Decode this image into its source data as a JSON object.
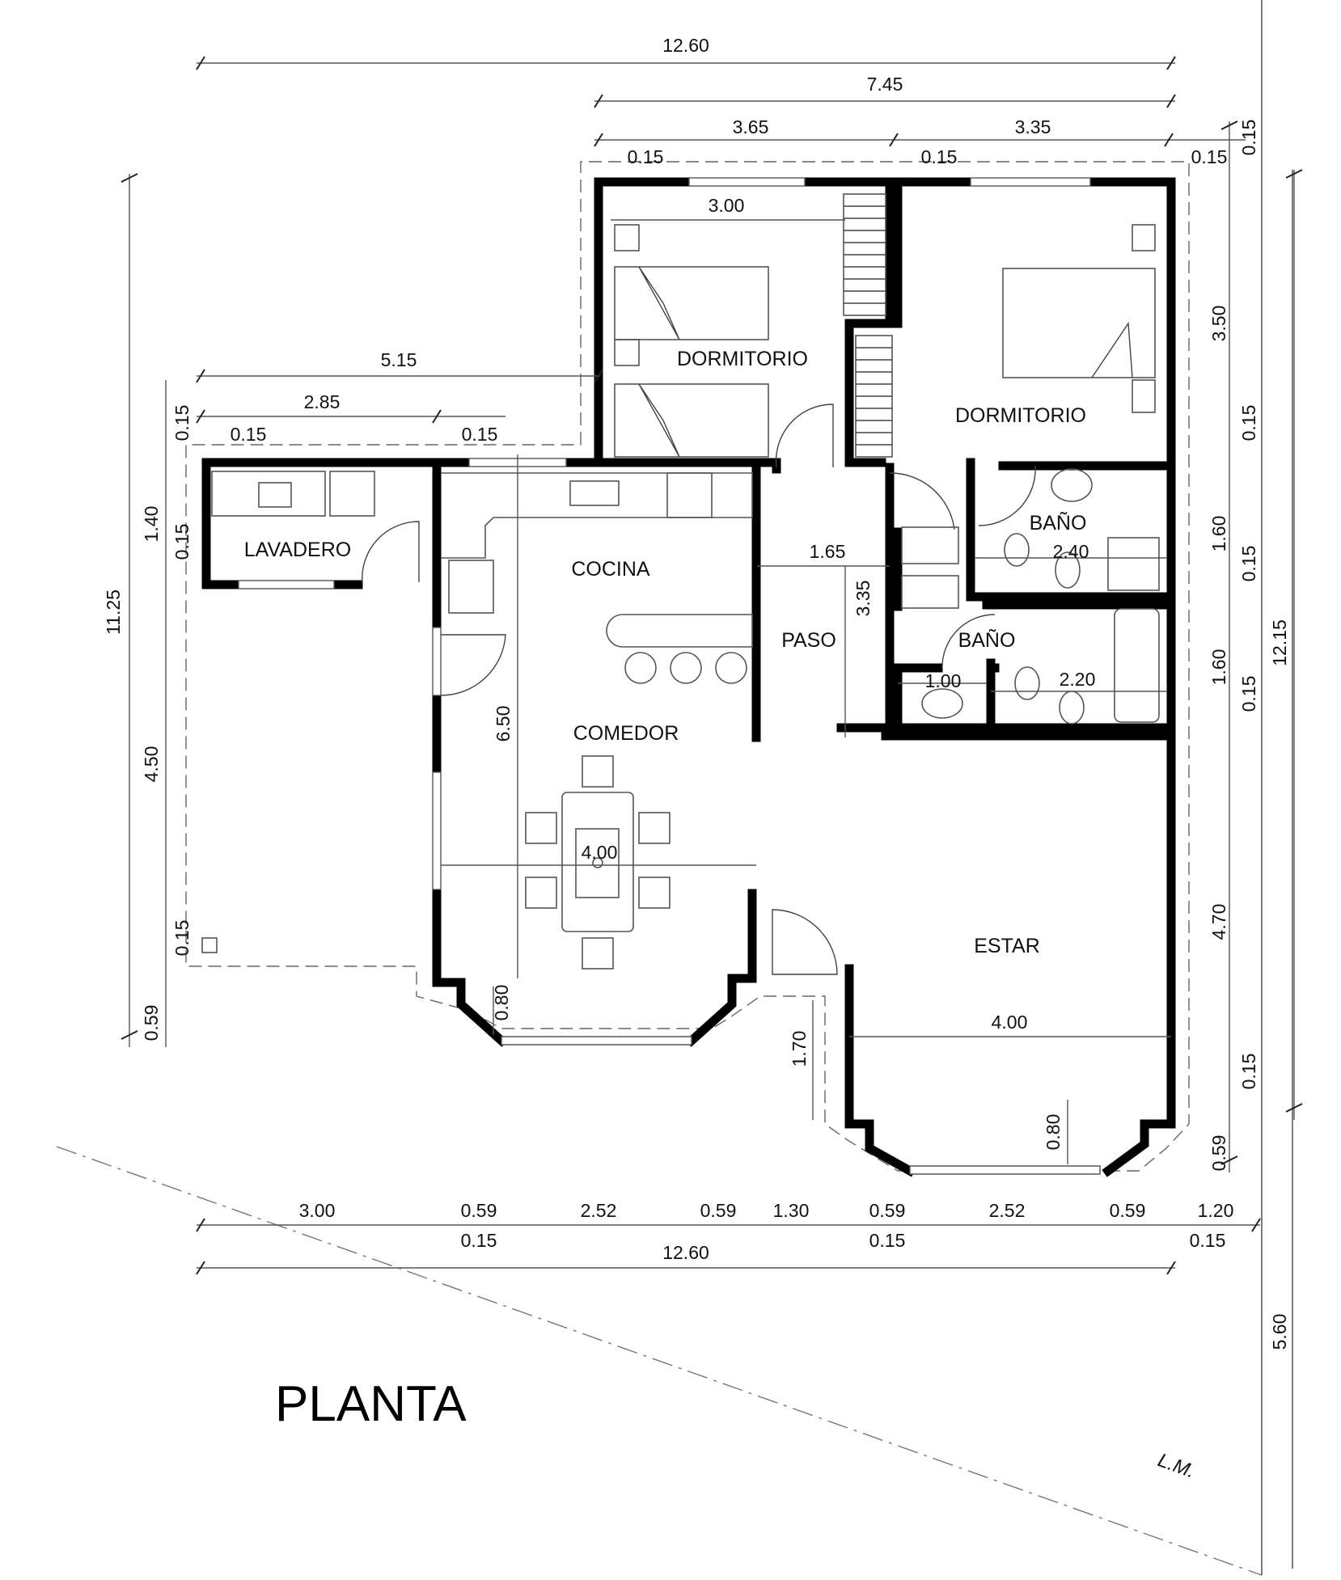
{
  "title": "PLANTA",
  "lm_label": "L.M.",
  "rooms": {
    "dormitorio_1": "DORMITORIO",
    "dormitorio_2": "DORMITORIO",
    "lavadero": "LAVADERO",
    "cocina": "COCINA",
    "comedor": "COMEDOR",
    "paso": "PASO",
    "bano_1": "BAÑO",
    "bano_2": "BAÑO",
    "estar": "ESTAR"
  },
  "dimensions": {
    "top": {
      "overall": "12.60",
      "upper_block": "7.45",
      "dorm_left": "3.65",
      "dorm_right": "3.35",
      "wall_a": "0.15",
      "wall_b": "0.15",
      "wall_c": "0.15",
      "wall_d": "0.15"
    },
    "interior": {
      "dorm_width": "3.00",
      "lavadero_run": "5.15",
      "lavadero_width": "2.85",
      "lav_wall_a": "0.15",
      "lav_wall_b": "0.15",
      "paso_width": "1.65",
      "paso_length": "3.35",
      "bano1_width": "2.40",
      "bano2_width": "2.20",
      "bano2_sink": "1.00",
      "cocina_length": "6.50",
      "comedor_width": "4.00",
      "comedor_bay": "0.80",
      "estar_width": "4.00",
      "estar_bay": "0.80",
      "estar_step": "1.70"
    },
    "left": {
      "overall": "11.25",
      "wall_top": "0.15",
      "lavadero": "1.40",
      "wall_mid": "0.15",
      "garden": "4.50",
      "wall_low": "0.15",
      "bay": "0.59"
    },
    "right": {
      "wall_top": "0.15",
      "dorm": "3.50",
      "wall_1": "0.15",
      "bano1": "1.60",
      "wall_2": "0.15",
      "bano2": "1.60",
      "wall_3": "0.15",
      "estar": "4.70",
      "wall_4": "0.15",
      "bay": "0.59",
      "overall": "12.15",
      "setback": "5.60"
    },
    "bottom": {
      "a": "3.00",
      "b": "0.59",
      "c": "2.52",
      "d": "0.59",
      "e": "1.30",
      "f": "0.59",
      "g": "2.52",
      "h": "0.59",
      "i": "1.20",
      "wall_a": "0.15",
      "wall_b": "0.15",
      "wall_c": "0.15",
      "overall": "12.60"
    }
  }
}
